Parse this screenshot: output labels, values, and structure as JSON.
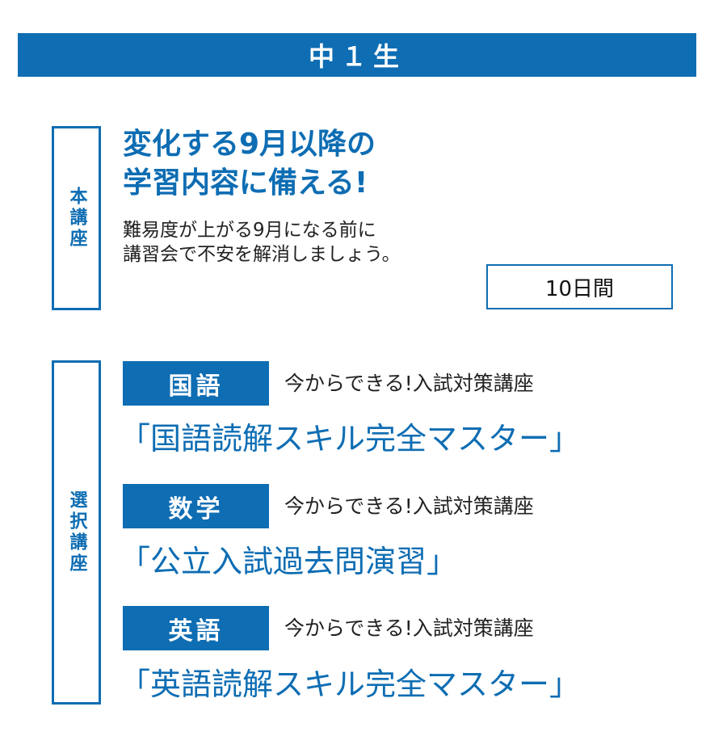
{
  "header": {
    "title": "中１生"
  },
  "main_course": {
    "label": "本講座",
    "headline_line1": "変化する9月以降の",
    "headline_line2": "学習内容に備える!",
    "body_line1": "難易度が上がる9月になる前に",
    "body_line2": "講習会で不安を解消しましょう。",
    "duration": "10日間"
  },
  "elective_courses": {
    "label": "選択講座",
    "items": [
      {
        "subject": "国語",
        "subtitle": "今からできる!入試対策講座",
        "title": "「国語読解スキル完全マスター」"
      },
      {
        "subject": "数学",
        "subtitle": "今からできる!入試対策講座",
        "title": "「公立入試過去問演習」"
      },
      {
        "subject": "英語",
        "subtitle": "今からできる!入試対策講座",
        "title": "「英語読解スキル完全マスター」"
      }
    ]
  },
  "colors": {
    "accent": "#0e6db3",
    "text": "#222222",
    "background": "#ffffff"
  }
}
